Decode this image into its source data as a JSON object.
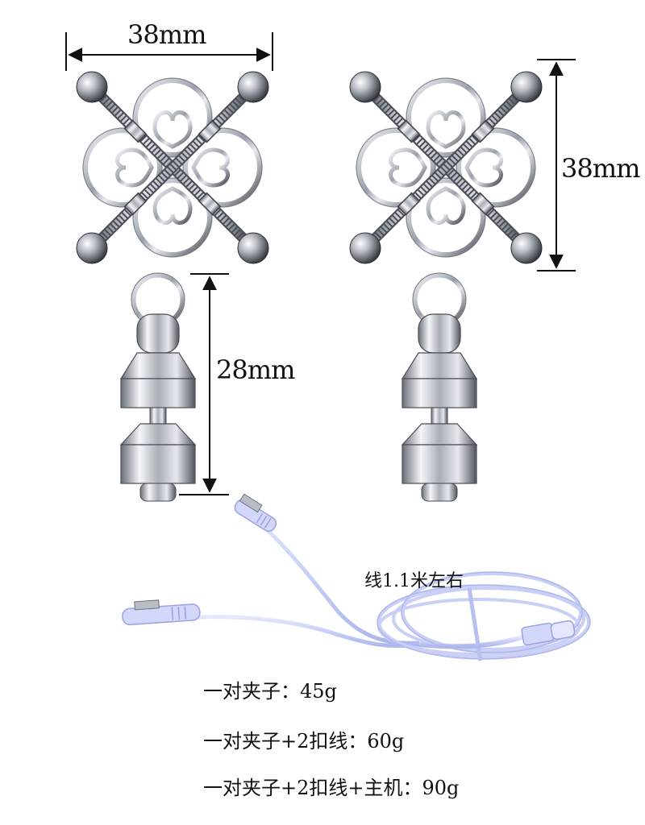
{
  "dimensions": {
    "clamp_width": "38mm",
    "clamp_height": "38mm",
    "weight_height": "28mm"
  },
  "cable_note": "线1.1米左右",
  "weights": [
    "一对夹子：45g",
    "一对夹子+2扣线：60g",
    "一对夹子+2扣线+主机：90g"
  ],
  "colors": {
    "metal_light": "#e8ebf0",
    "metal_mid": "#9aa0aa",
    "metal_dark": "#3c4048",
    "cable": "#c9cff5",
    "text": "#111111"
  }
}
